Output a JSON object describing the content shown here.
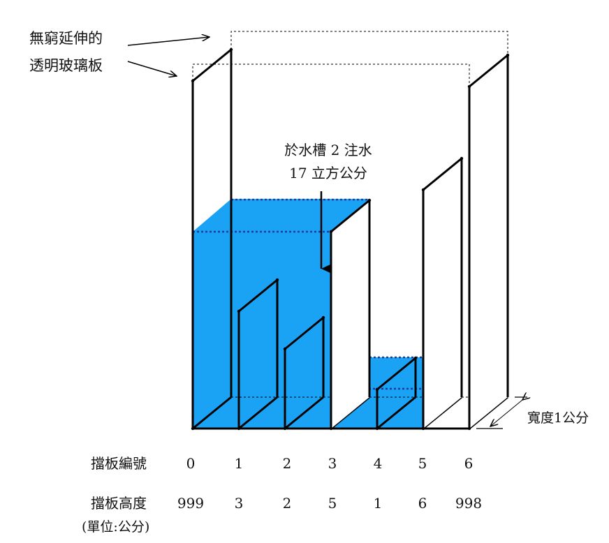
{
  "glass_label": {
    "line1": "無窮延伸的",
    "line2": "透明玻璃板"
  },
  "injection_label": {
    "line1": "於水槽 2 注水",
    "line2": "17 立方公分"
  },
  "width_label": "寬度1公分",
  "table": {
    "index_label": "擋板編號",
    "height_label": "擋板高度",
    "unit_label": "(單位:公分)",
    "indices": [
      "0",
      "1",
      "2",
      "3",
      "4",
      "5",
      "6"
    ],
    "heights": [
      "999",
      "3",
      "2",
      "5",
      "1",
      "6",
      "998"
    ]
  },
  "colors": {
    "water": "#1aa3f5",
    "water_surface_line": "#1a3a9e",
    "line": "#000000"
  }
}
